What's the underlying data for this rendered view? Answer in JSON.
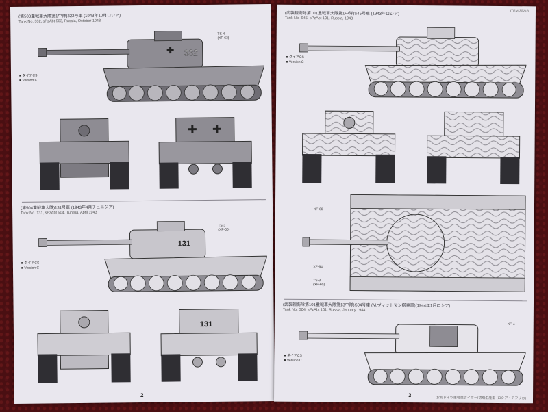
{
  "left_page": {
    "page_number": "2",
    "sections": [
      {
        "caption_jp": "(第503重戦車大隊第1中隊)322号車 (1943年10月ロシア)",
        "caption_en": "Tank No. 332, sPzAbt 503, Russia, October 1943",
        "hull_number": "332",
        "callout": "TS-4\n(XF-63)",
        "legend": [
          "ダイアCS",
          "Version C"
        ]
      },
      {
        "caption_jp": "(第504重戦車大隊)131号車 (1943年4月チュニジア)",
        "caption_en": "Tank No. 131, sPzAbt 504, Tunisia, April 1943",
        "hull_number": "131",
        "rear_number": "131",
        "callout": "TS-3\n(XF-60)",
        "legend": [
          "ダイアCS",
          "Version C"
        ]
      }
    ]
  },
  "right_page": {
    "page_number": "3",
    "corner_code": "ITEM 35216",
    "sections": [
      {
        "caption_jp": "(武装親衛隊第101重戦車大隊第1中隊)S45号車 (1943年ロシア)",
        "caption_en": "Tank No. S45, sPzAbt 101, Russia, 1943",
        "legend": [
          "ダイアCS",
          "Version C"
        ],
        "top_callouts": [
          "XF-60",
          "XF-64",
          "TS-3\n(XF-60)"
        ]
      },
      {
        "caption_jp": "(武装親衛隊第101重戦車大隊第13中隊)S04号車 (M.ヴィットマン搭乗車)(1944年1月ロシア)",
        "caption_en": "Tank No. S04, sPzAbt 101, Russia, January 1944",
        "callout": "XF-4",
        "legend": [
          "ダイアCS",
          "Version C"
        ]
      }
    ],
    "footer_note": "1/35ドイツ重戦車タイガーI初期生産型 (ロシア・アフリカ)"
  }
}
